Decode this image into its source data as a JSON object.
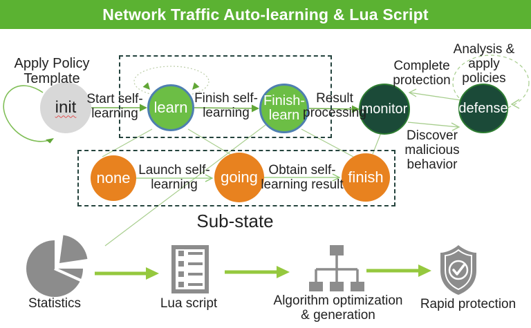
{
  "title": "Network Traffic Auto-learning & Lua Script",
  "colors": {
    "header_green": "#5BB232",
    "state_green": "#6CBE45",
    "state_border_blue": "#4E7FB0",
    "dark_state_green": "#1B4A38",
    "dark_state_border": "#2E7D32",
    "substate_orange": "#E8821F",
    "init_gray": "#D8D8D8",
    "transition_green": "#6FAE47",
    "light_green": "#A6CD8C",
    "pipeline_arrow_green": "#95C83E",
    "icon_gray": "#8C8C8C",
    "dashed_box": "#23423C"
  },
  "state_machine": {
    "states": {
      "init": "init",
      "learn": "learn",
      "finish_learn": {
        "l1": "Finish-",
        "l2": "learn"
      },
      "monitor": "monitor",
      "defense": "defense"
    },
    "transitions": {
      "apply_policy": {
        "l1": "Apply Policy",
        "l2": "Template"
      },
      "start": {
        "l1": "Start self-",
        "l2": "learning"
      },
      "finish": {
        "l1": "Finish self-",
        "l2": "learning"
      },
      "result": {
        "l1": "Result",
        "l2": "processing"
      },
      "complete": {
        "l1": "Complete",
        "l2": "protection"
      },
      "analysis": {
        "l1": "Analysis &",
        "l2": "apply",
        "l3": "policies"
      },
      "discover": {
        "l1": "Discover",
        "l2": "malicious",
        "l3": "behavior"
      }
    }
  },
  "sub_state": {
    "caption": "Sub-state",
    "states": {
      "none": "none",
      "going": "going",
      "finish": "finish"
    },
    "transitions": {
      "launch": {
        "l1": "Launch self-",
        "l2": "learning"
      },
      "obtain": {
        "l1": "Obtain self-",
        "l2": "learning result"
      }
    }
  },
  "pipeline": {
    "steps": [
      {
        "icon": "pie-chart-icon",
        "label": "Statistics"
      },
      {
        "icon": "document-list-icon",
        "label": "Lua script"
      },
      {
        "icon": "hierarchy-icon",
        "label_l1": "Algorithm  optimization",
        "label_l2": "& generation"
      },
      {
        "icon": "shield-check-icon",
        "label": "Rapid protection"
      }
    ]
  }
}
